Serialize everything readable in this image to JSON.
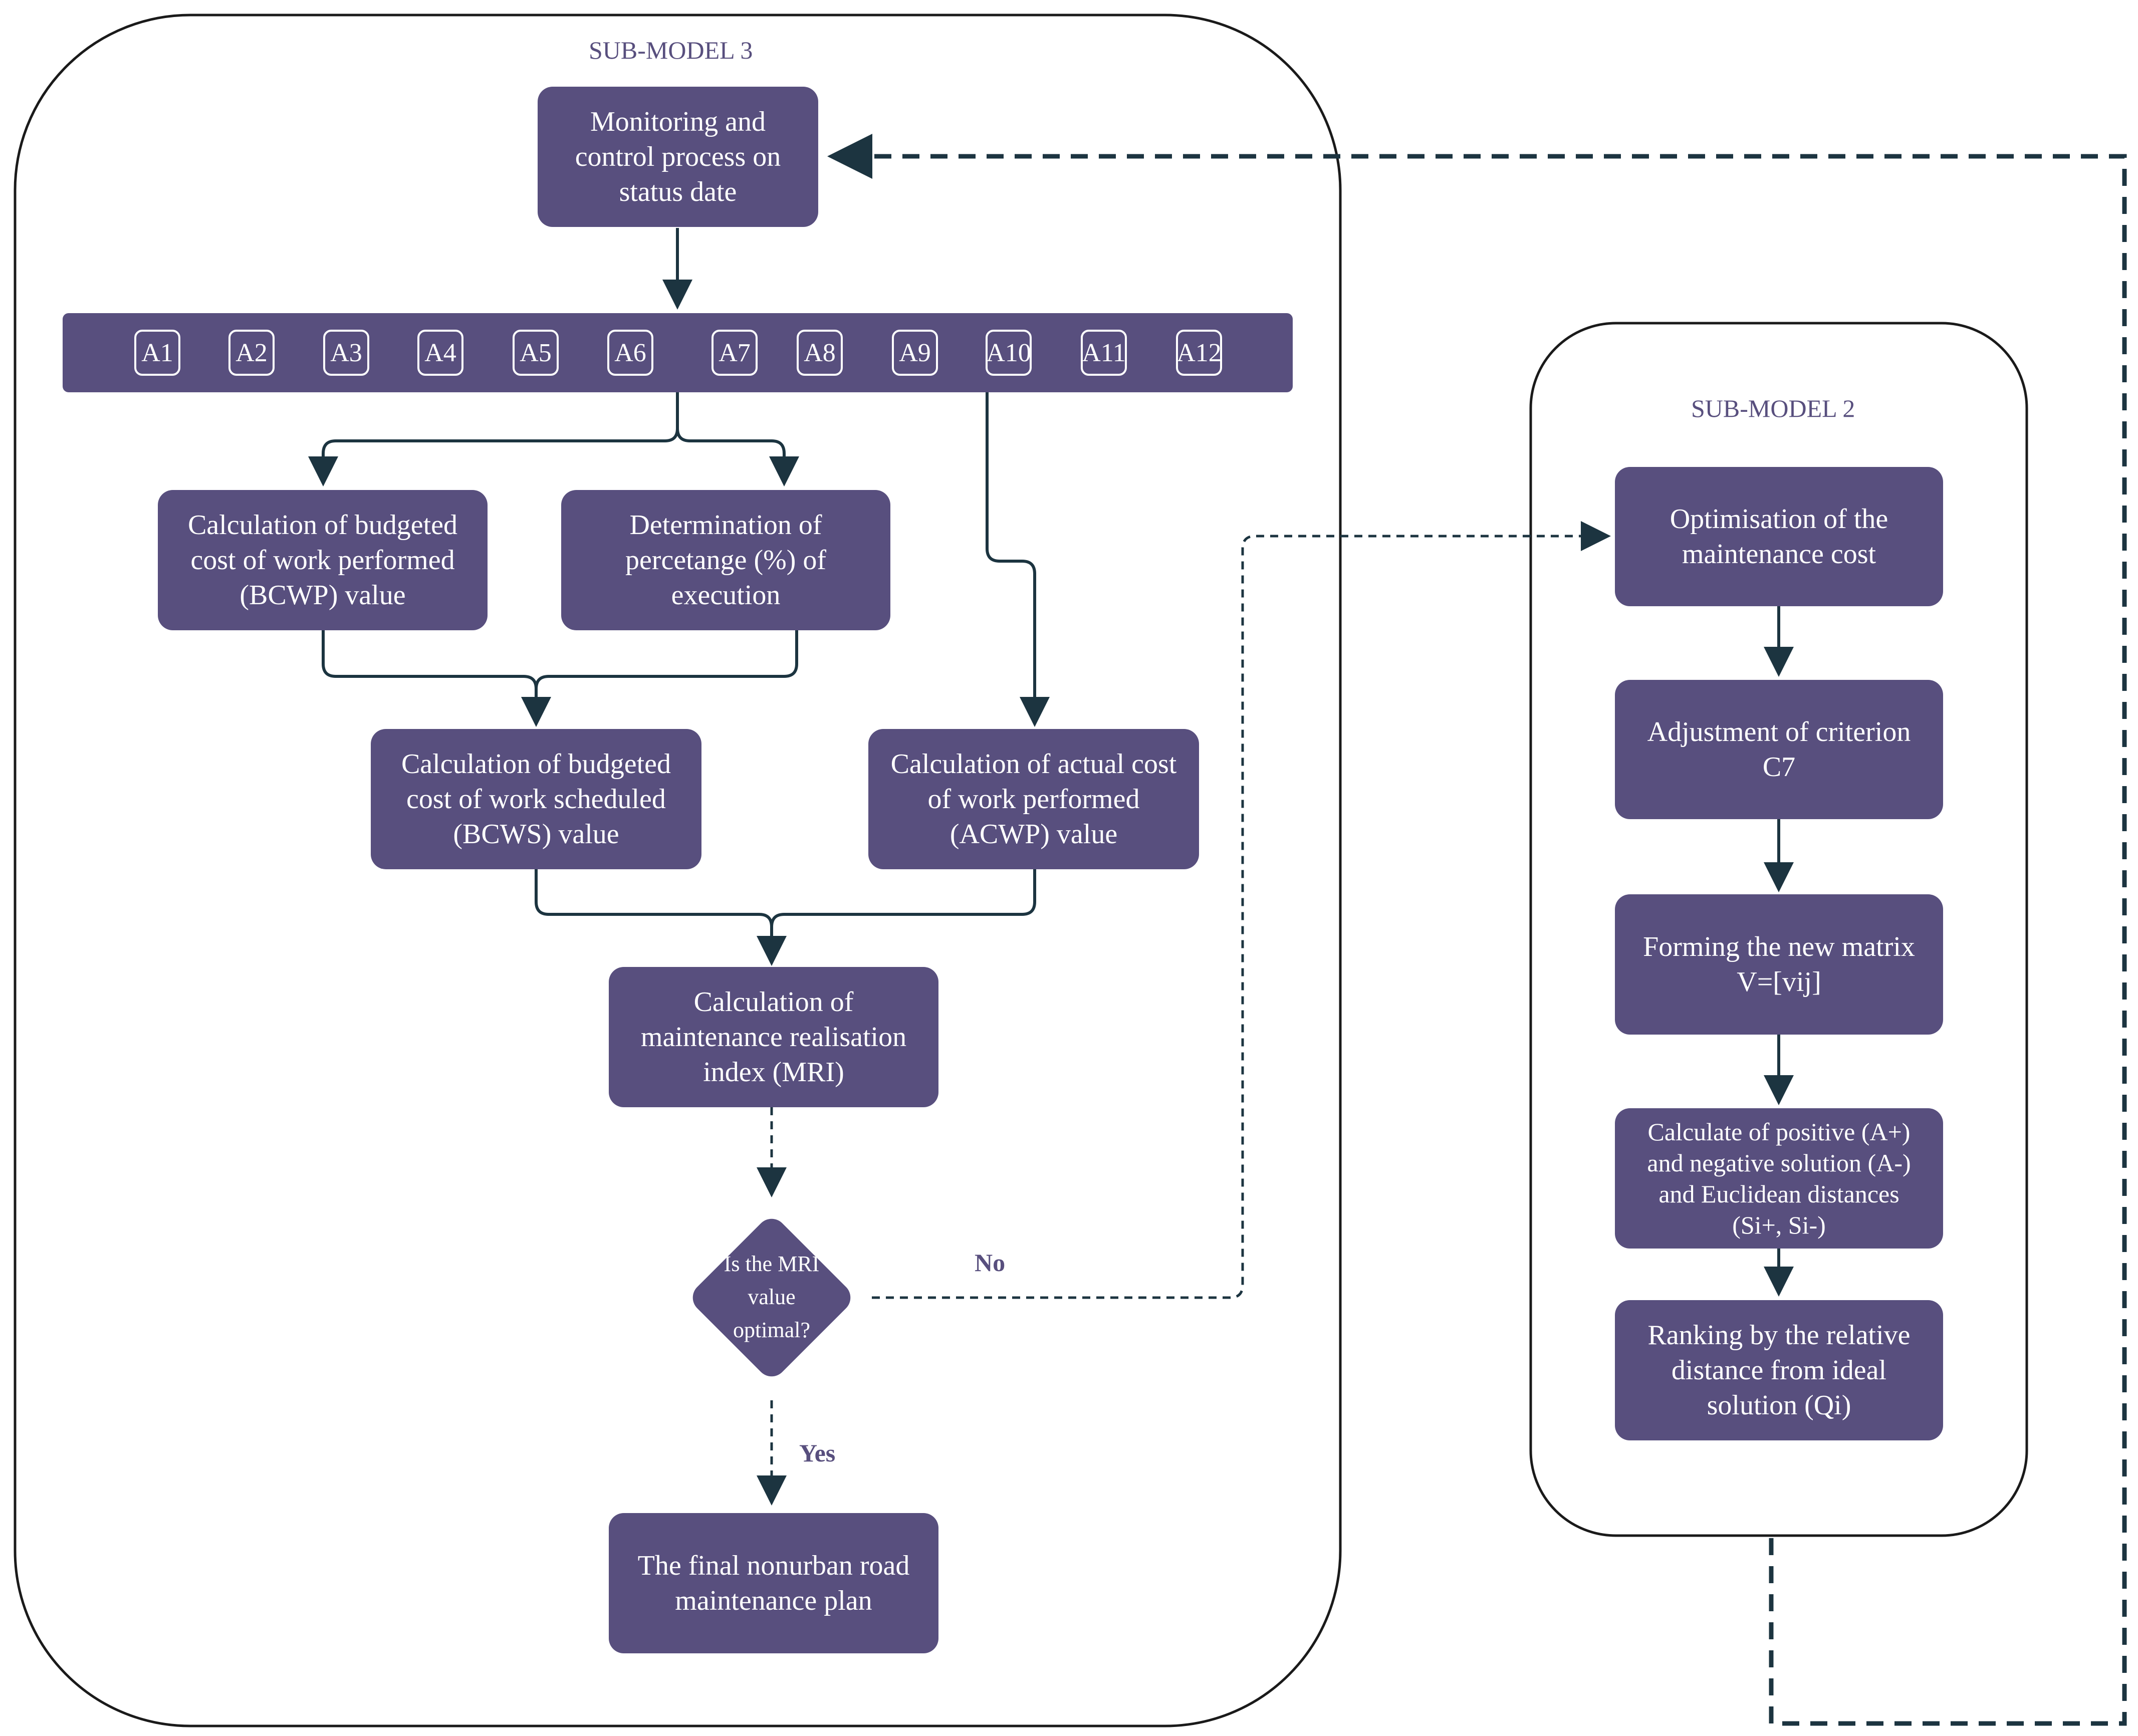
{
  "submodel3": {
    "title": "SUB-MODEL 3",
    "start": "Monitoring and\ncontrol process on\nstatus date",
    "activities": [
      "A1",
      "A2",
      "A3",
      "A4",
      "A5",
      "A6",
      "A7",
      "A8",
      "A9",
      "A10",
      "A11",
      "A12"
    ],
    "bcwp": "Calculation of budgeted\ncost of work performed\n(BCWP) value",
    "percentage": "Determination of\npercetange (%) of\nexecution",
    "bcws": "Calculation of budgeted\ncost of work scheduled\n(BCWS) value",
    "acwp": "Calculation of actual cost\nof work performed\n(ACWP) value",
    "mri": "Calculation of\nmaintenance realisation\nindex (MRI)",
    "decision": "Is the MRI\nvalue\noptimal?",
    "no_label": "No",
    "yes_label": "Yes",
    "final": "The final nonurban road\nmaintenance plan"
  },
  "submodel2": {
    "title": "SUB-MODEL 2",
    "optimisation": "Optimisation of the\nmaintenance cost",
    "adjustment": "Adjustment of criterion\nC7",
    "matrix": "Forming the new matrix\nV=[vij]",
    "solutions": "Calculate of positive (A+)\nand negative solution (A-)\nand  Euclidean distances\n(Si+, Si-)",
    "ranking": "Ranking  by the relative\ndistance from ideal\nsolution (Qi)"
  },
  "colors": {
    "box_fill": "#584f7e",
    "box_text": "#ffffff",
    "connector": "#1c3440",
    "container_border": "#1a1a1a",
    "label_text": "#584f7e"
  }
}
